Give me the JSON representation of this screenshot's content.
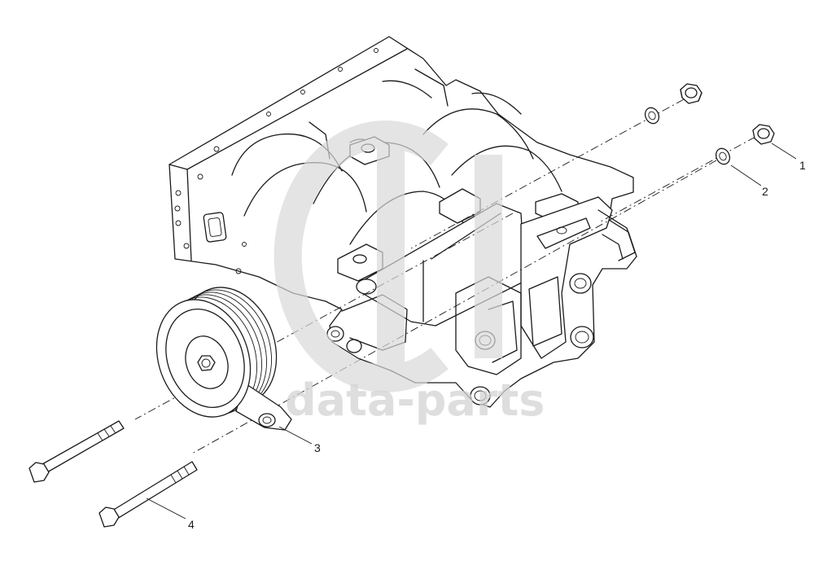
{
  "watermark": {
    "text": "data-parts"
  },
  "callouts": [
    {
      "id": "1",
      "label": "1",
      "part": "nut"
    },
    {
      "id": "2",
      "label": "2",
      "part": "washer"
    },
    {
      "id": "3",
      "label": "3",
      "part": "idler-pulley"
    },
    {
      "id": "4",
      "label": "4",
      "part": "bolt"
    }
  ],
  "colors": {
    "line": "#1a1a1a",
    "background": "#ffffff",
    "watermark": "#d4d4d4"
  }
}
